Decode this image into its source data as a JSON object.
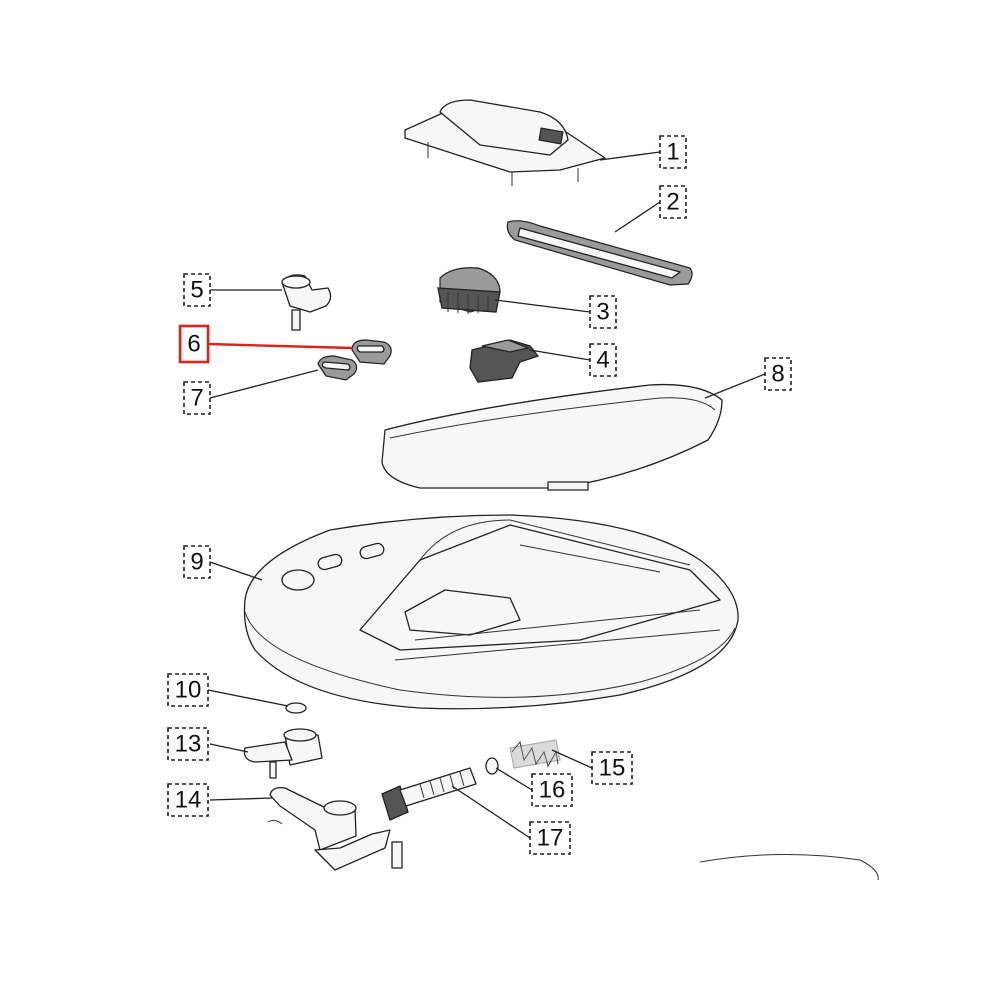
{
  "labels": [
    {
      "id": "1",
      "text": "1"
    },
    {
      "id": "2",
      "text": "2"
    },
    {
      "id": "3",
      "text": "3"
    },
    {
      "id": "4",
      "text": "4"
    },
    {
      "id": "5",
      "text": "5"
    },
    {
      "id": "6",
      "text": "6",
      "highlighted": true
    },
    {
      "id": "7",
      "text": "7"
    },
    {
      "id": "8",
      "text": "8"
    },
    {
      "id": "9",
      "text": "9"
    },
    {
      "id": "10",
      "text": "10"
    },
    {
      "id": "13",
      "text": "13"
    },
    {
      "id": "14",
      "text": "14"
    },
    {
      "id": "15",
      "text": "15"
    },
    {
      "id": "16",
      "text": "16"
    },
    {
      "id": "17",
      "text": "17"
    }
  ],
  "colors": {
    "highlight": "#e0201b",
    "line": "#222222",
    "part_dark": "#555555"
  }
}
